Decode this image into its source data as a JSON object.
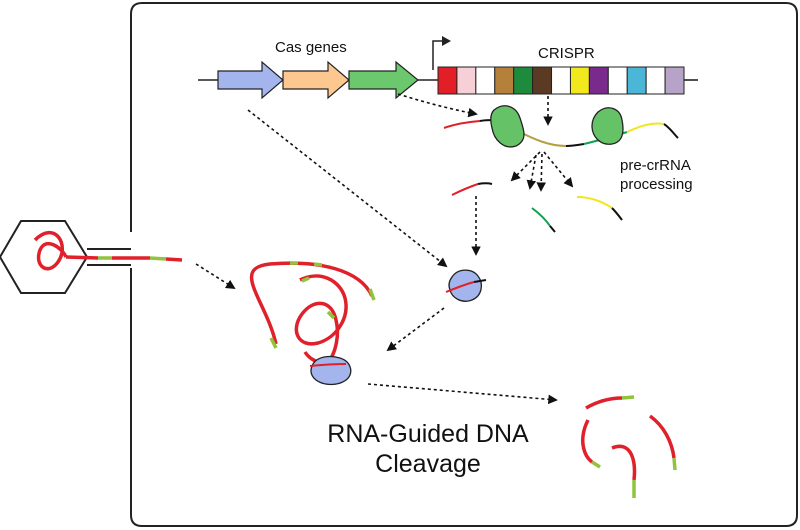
{
  "labels": {
    "cas_genes": "Cas genes",
    "crispr": "CRISPR",
    "processing_line1": "pre-crRNA",
    "processing_line2": "processing",
    "cleavage_line1": "RNA-Guided DNA",
    "cleavage_line2": "Cleavage"
  },
  "colors": {
    "cell_outline": "#222222",
    "dna_red": "#e0202a",
    "protospacer_green": "#8fc43c",
    "cas_gene_blue": "#a4b4ec",
    "cas_gene_orange": "#fcc890",
    "cas_gene_green": "#6cc86c",
    "cascade_green": "#66c266",
    "effector_blue": "#a4b4ec",
    "rna_olive": "#b5a040",
    "rna_dark_green": "#12a050",
    "rna_yellow": "#f0e61e",
    "rna_pink": "#f2a8b8"
  },
  "crispr_array": {
    "spacer_colors": [
      "#e21f26",
      "#f7cfd6",
      "#ffffff",
      "#b5803a",
      "#1e8a3c",
      "#5a3a22",
      "#ffffff",
      "#f2e81e",
      "#7a2a8c",
      "#ffffff",
      "#4cb6d6",
      "#ffffff",
      "#b7a3c8"
    ]
  },
  "icons": [
    "phage-icon",
    "cas-gene-arrow-icon",
    "promoter-arrow-icon",
    "cas-protein-icon"
  ]
}
